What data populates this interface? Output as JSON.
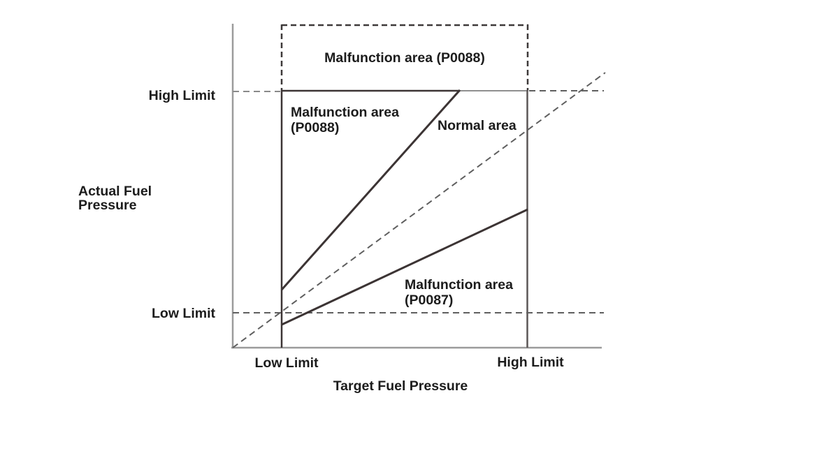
{
  "figure": {
    "y_axis_label": "Actual Fuel\nPressure",
    "x_axis_label": "Target Fuel Pressure",
    "y_high_limit": "High Limit",
    "y_low_limit": "Low Limit",
    "x_low_limit": "Low Limit",
    "x_high_limit": "High Limit",
    "regions": {
      "top_malfunction": "Malfunction area (P0088)",
      "upper_left_malfunction": "Malfunction area\n(P0088)",
      "normal": "Normal area",
      "lower_right_malfunction": "Malfunction area\n(P0087)"
    }
  },
  "colors": {
    "axis": "#9b9b9b",
    "dark": "#3c3434",
    "mid": "#5c5656",
    "graytop": "#8f8f8f",
    "dashdark": "#3d3939",
    "dashgray": "#8a8a8a",
    "dashmid": "#5f5f5f",
    "text": "#1c1c1c",
    "background": "#ffffff"
  }
}
